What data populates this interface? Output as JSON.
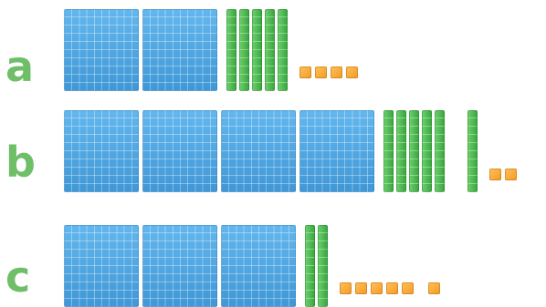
{
  "colors": {
    "hundred_block": "#58aee6",
    "ten_rod": "#4fbe54",
    "one_cube": "#f7a834",
    "label": "#6fbe68"
  },
  "rows": [
    {
      "label": "a",
      "hundreds": 2,
      "tens": 5,
      "ones": 4
    },
    {
      "label": "b",
      "hundreds": 4,
      "tens": 6,
      "ones": 2
    },
    {
      "label": "c",
      "hundreds": 3,
      "tens": 2,
      "ones": 6
    }
  ]
}
